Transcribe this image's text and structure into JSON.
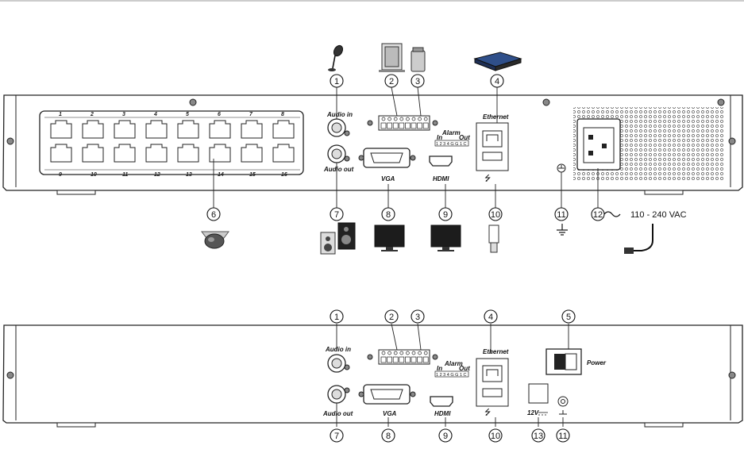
{
  "callouts": {
    "c1": "1",
    "c2": "2",
    "c3": "3",
    "c4": "4",
    "c5": "5",
    "c6": "6",
    "c7": "7",
    "c8": "8",
    "c9": "9",
    "c10": "10",
    "c11": "11",
    "c12": "12",
    "c13": "13"
  },
  "top_panel": {
    "port_numbers_top": [
      "1",
      "2",
      "3",
      "4",
      "5",
      "6",
      "7",
      "8"
    ],
    "port_numbers_bottom": [
      "9",
      "10",
      "11",
      "12",
      "13",
      "14",
      "15",
      "16"
    ],
    "audio_in": "Audio in",
    "audio_out": "Audio out",
    "alarm": "Alarm",
    "alarm_in": "In",
    "alarm_out": "Out",
    "alarm_pins": "1 2 3 4 G G 1 C",
    "ethernet": "Ethernet",
    "vga": "VGA",
    "hdmi": "HDMI",
    "vac": "110 - 240 VAC"
  },
  "bottom_panel": {
    "audio_in": "Audio in",
    "audio_out": "Audio out",
    "alarm": "Alarm",
    "alarm_in": "In",
    "alarm_out": "Out",
    "alarm_pins": "1 2 3 4 G G 1 C",
    "ethernet": "Ethernet",
    "vga": "VGA",
    "hdmi": "HDMI",
    "power": "Power",
    "dc12v": "12V"
  },
  "colors": {
    "line": "#222222",
    "panel_fill": "#ffffff",
    "device_dark": "#2a2a2a"
  }
}
